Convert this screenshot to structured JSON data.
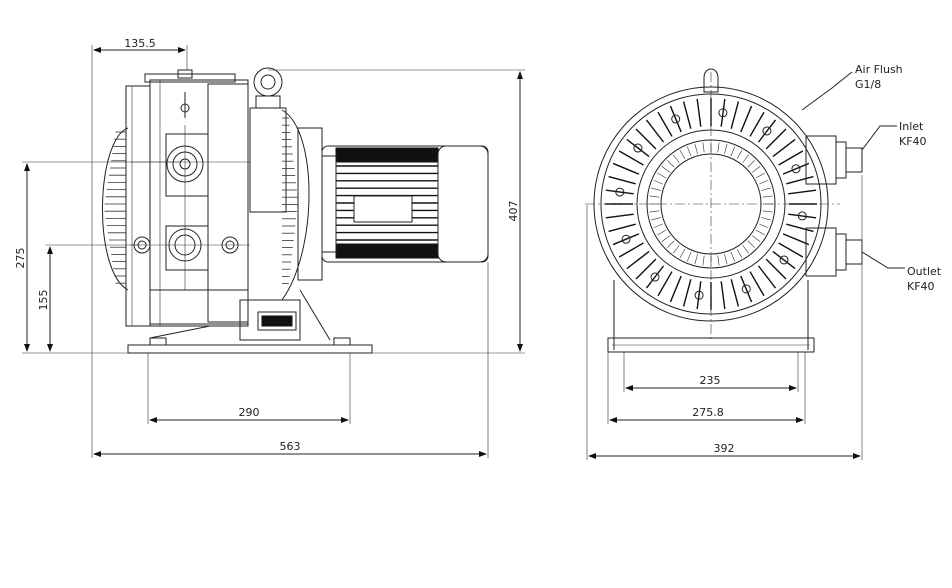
{
  "dimensions": {
    "top_offset": "135.5",
    "total_height": "407",
    "axis_height": "275",
    "foot_height": "155",
    "foot_spacing": "290",
    "total_length": "563",
    "bolt_spacing": "235",
    "base_width": "275.8",
    "total_width": "392"
  },
  "callouts": {
    "air_flush_name": "Air Flush",
    "air_flush_spec": "G1/8",
    "inlet_name": "Inlet",
    "inlet_spec": "KF40",
    "outlet_name": "Outlet",
    "outlet_spec": "KF40"
  },
  "colors": {
    "line": "#222222",
    "motor": "#111111",
    "background": "#ffffff"
  }
}
